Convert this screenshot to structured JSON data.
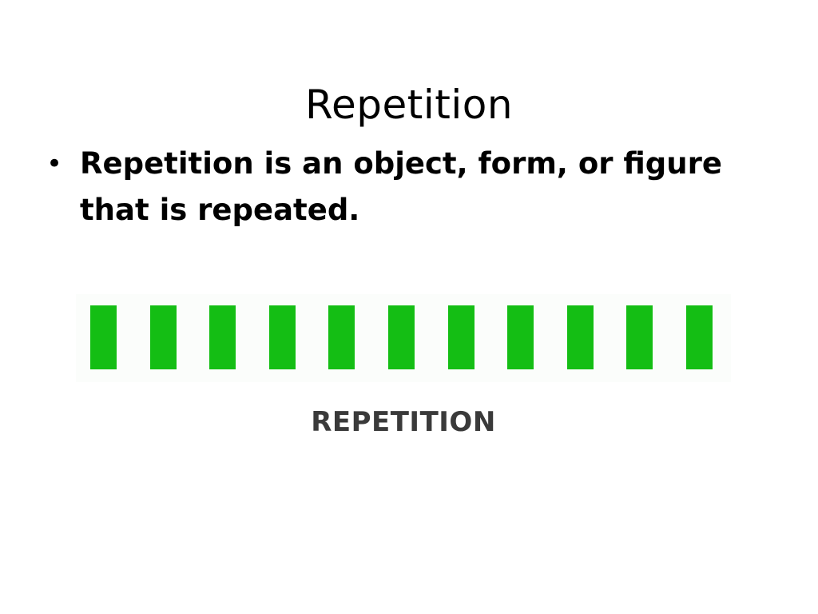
{
  "slide": {
    "title": "Repetition",
    "bullets": [
      "Repetition is an object, form, or figure that is repeated."
    ],
    "bullet_glyph": "•"
  },
  "figure": {
    "bar_count": 11,
    "bar_color": "#14be14",
    "label": "REPETITION"
  }
}
